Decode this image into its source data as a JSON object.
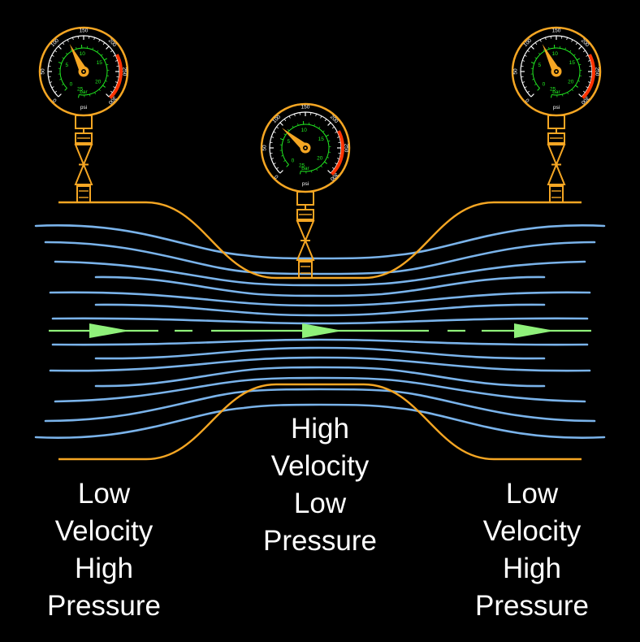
{
  "colors": {
    "background": "#000000",
    "pipe_wall": "#f5a623",
    "streamline": "#7ab3ea",
    "flow_axis": "#8ff07a",
    "gauge_rim": "#f5a623",
    "needle": "#f5a623",
    "psi_scale": "#ffffff",
    "bar_scale": "#22ee22",
    "danger_arc": "#ff3300",
    "caption_text": "#ffffff"
  },
  "gauges": [
    {
      "id": "left",
      "psi_labels": [
        "0",
        "50",
        "100",
        "150",
        "200",
        "250",
        "300"
      ],
      "bar_labels": [
        "0",
        "5",
        "10",
        "15",
        "20",
        "25"
      ],
      "bar_unit": "bar",
      "psi_unit": "psi",
      "needle_reading_psi": 120
    },
    {
      "id": "center",
      "psi_labels": [
        "0",
        "50",
        "100",
        "150",
        "200",
        "250",
        "300"
      ],
      "bar_labels": [
        "0",
        "5",
        "10",
        "15",
        "20",
        "25"
      ],
      "bar_unit": "bar",
      "psi_unit": "psi",
      "needle_reading_psi": 95
    },
    {
      "id": "right",
      "psi_labels": [
        "0",
        "50",
        "100",
        "150",
        "200",
        "250",
        "300"
      ],
      "bar_labels": [
        "0",
        "5",
        "10",
        "15",
        "20",
        "25"
      ],
      "bar_unit": "bar",
      "psi_unit": "psi",
      "needle_reading_psi": 120
    }
  ],
  "captions": {
    "left": [
      "Low",
      "Velocity",
      "High",
      "Pressure"
    ],
    "center": [
      "High",
      "Velocity",
      "Low",
      "Pressure"
    ],
    "right": [
      "Low",
      "Velocity",
      "High",
      "Pressure"
    ]
  }
}
